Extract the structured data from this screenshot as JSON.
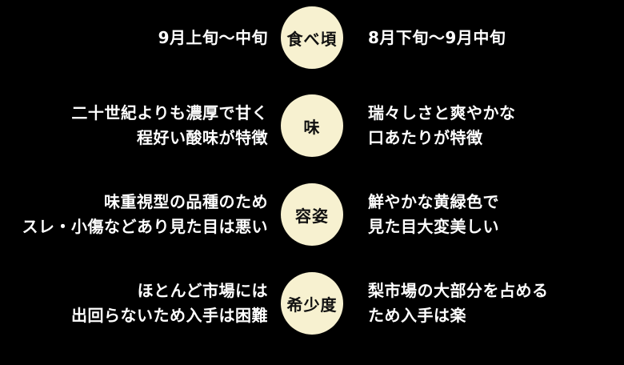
{
  "rows": [
    {
      "label": "食べ頃",
      "left": [
        "9月上旬〜中旬"
      ],
      "right": [
        "8月下旬〜9月中旬"
      ]
    },
    {
      "label": "味",
      "left": [
        "二十世紀よりも濃厚で甘く",
        "程好い酸味が特徴"
      ],
      "right": [
        "瑞々しさと爽やかな",
        "口あたりが特徴"
      ]
    },
    {
      "label": "容姿",
      "left": [
        "味重視型の品種のため",
        "スレ・小傷などあり見た目は悪い"
      ],
      "right": [
        "鮮やかな黄緑色で",
        "見た目大変美しい"
      ]
    },
    {
      "label": "希少度",
      "left": [
        "ほとんど市場には",
        "出回らないため入手は困難"
      ],
      "right": [
        "梨市場の大部分を占める",
        "ため入手は楽"
      ]
    }
  ],
  "colors": {
    "background": "#000000",
    "circle_fill": "#f7f1d0",
    "circle_text": "#111111",
    "text": "#ffffff"
  }
}
